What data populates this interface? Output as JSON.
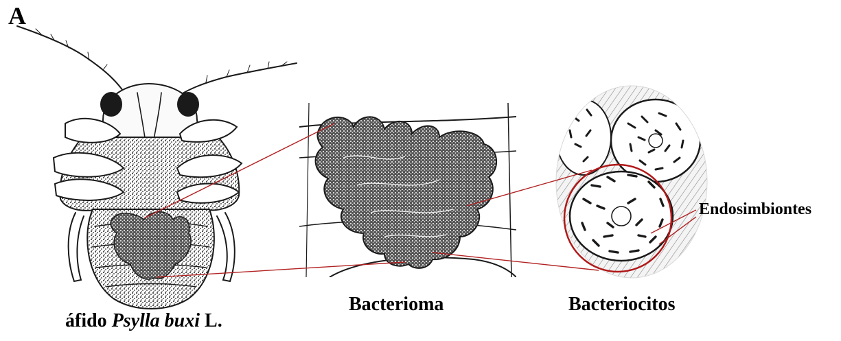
{
  "panel": {
    "letter": "A"
  },
  "labels": {
    "insect_common": "áfido",
    "insect_scientific": "Psylla buxi",
    "insect_authority": "L.",
    "bacterioma": "Bacterioma",
    "bacteriocitos": "Bacteriocitos",
    "endosimbiontes": "Endosimbiontes"
  },
  "colors": {
    "connector_line": "#b22222",
    "highlight_circle": "#b01818",
    "ink": "#1a1a1a",
    "stipple": "#2b2b2b"
  }
}
